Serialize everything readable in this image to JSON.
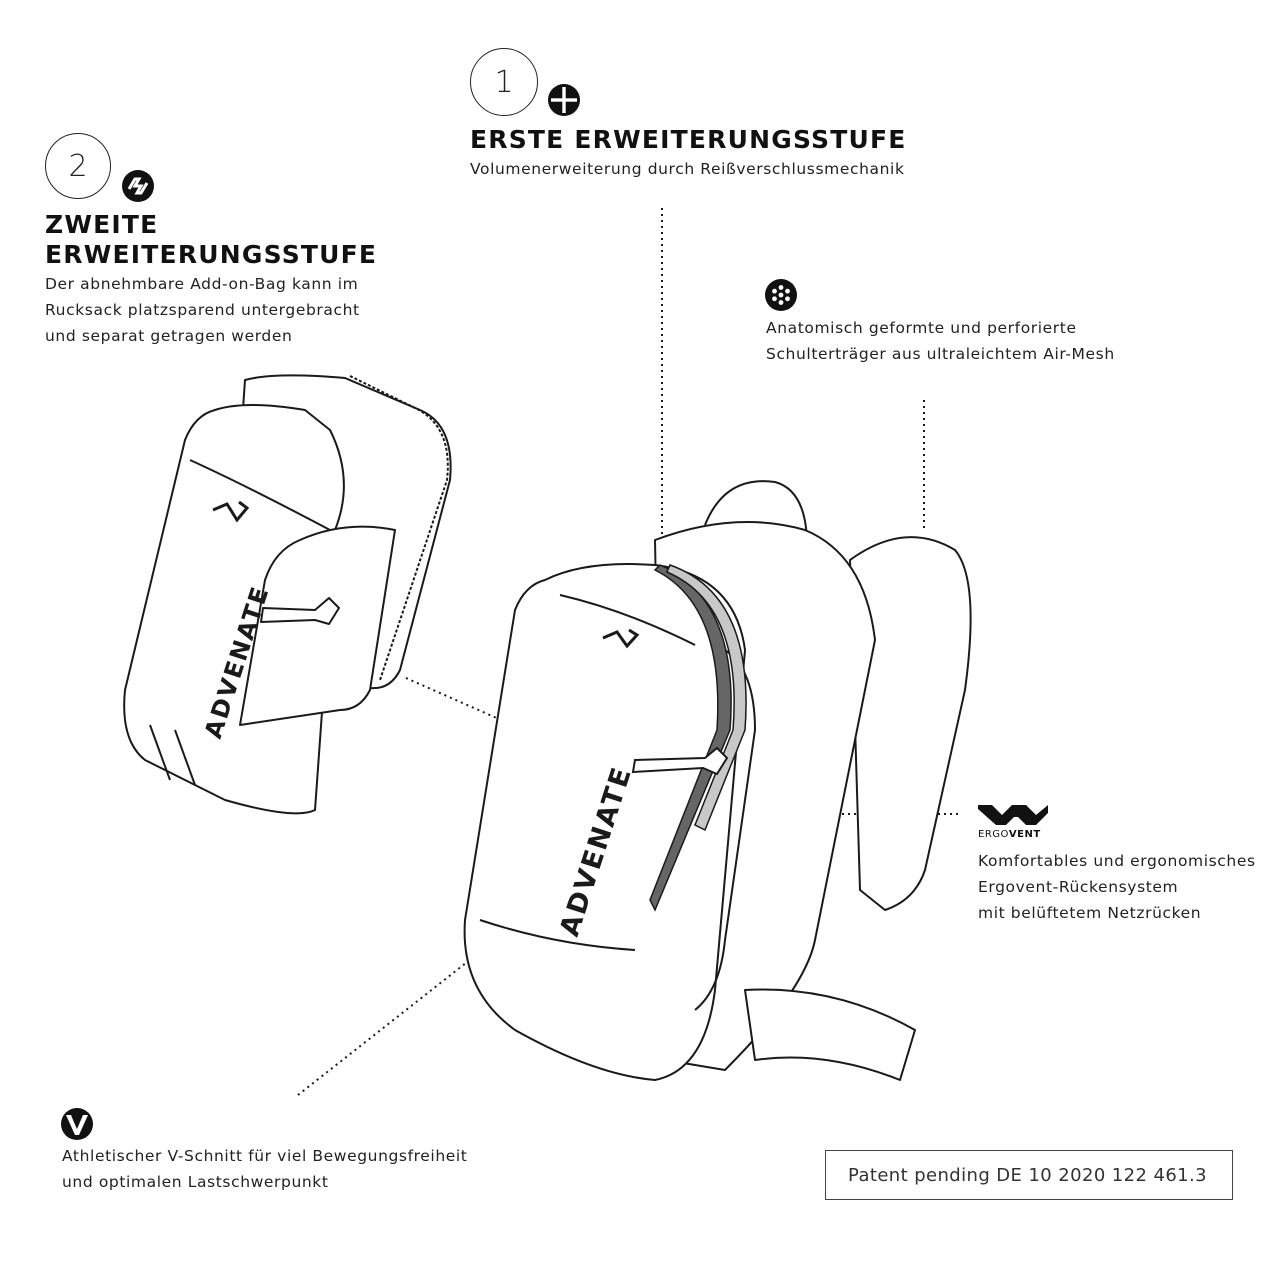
{
  "step2": {
    "number": "2",
    "title_line1": "ZWEITE",
    "title_line2": "ERWEITERUNGSSTUFE",
    "desc_line1": "Der abnehmbare Add-on-Bag kann im",
    "desc_line2": "Rucksack platzsparend untergebracht",
    "desc_line3": "und separat getragen werden",
    "icon": "double-arrow-icon"
  },
  "step1": {
    "number": "1",
    "title": "ERSTE ERWEITERUNGSSTUFE",
    "desc": "Volumenerweiterung durch Reißverschlussmechanik",
    "icon": "plus-circle-icon"
  },
  "shoulder": {
    "desc_line1": "Anatomisch geformte und perforierte",
    "desc_line2": "Schulterträger aus ultraleichtem Air-Mesh",
    "icon": "perforation-icon"
  },
  "ergovent": {
    "brand_light": "ERGO",
    "brand_bold": "VENT",
    "desc_line1": "Komfortables und ergonomisches",
    "desc_line2": "Ergovent-Rückensystem",
    "desc_line3": "mit belüftetem Netzrücken",
    "icon": "ergovent-logo-icon"
  },
  "vcut": {
    "desc_line1": "Athletischer V-Schnitt für viel Bewegungsfreiheit",
    "desc_line2": "und optimalen Lastschwerpunkt",
    "icon": "v-cut-icon"
  },
  "patent": {
    "text": "Patent pending DE 10 2020 122 461.3"
  },
  "product": {
    "brand_text": "ADVENATE"
  },
  "colors": {
    "line": "#1a1a1a",
    "zipper_dark": "#666666",
    "zipper_light": "#c8c8c8"
  }
}
